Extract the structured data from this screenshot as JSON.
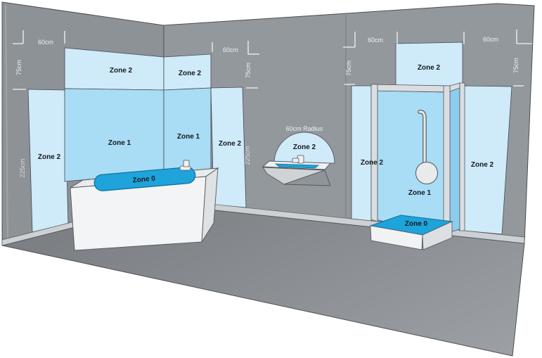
{
  "diagram": {
    "zones": {
      "zone0": "Zone 0",
      "zone1": "Zone 1",
      "zone2": "Zone 2"
    },
    "measurements": {
      "width60": "60cm",
      "height75": "75cm",
      "height225": "225cm",
      "radius60": "60cm Radius"
    },
    "colors": {
      "zone0": "#1ea3da",
      "zone1": "#a9dcf5",
      "zone2": "#cfeaf9",
      "wall_left": "#8d9297",
      "wall_back": "#93989c",
      "floor_near": "#7c8084",
      "floor_far": "#9da1a5",
      "skirting": "#cdd1d4",
      "fixture_white": "#f1f2f4",
      "zone_label_text": "#14181d",
      "measurement_text": "#eef1f3"
    }
  }
}
